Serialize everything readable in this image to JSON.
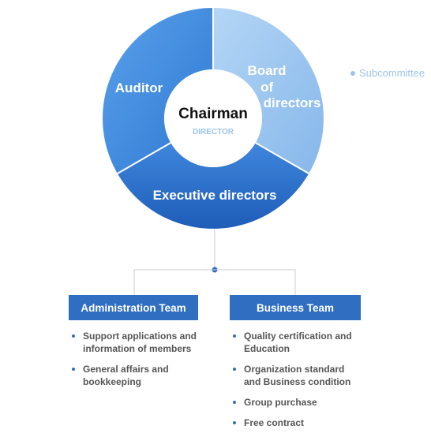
{
  "diagram": {
    "center": {
      "title": "Chairman",
      "subtitle": "DIRECTOR"
    },
    "segments": {
      "auditor": "Auditor",
      "board_line1": "Board",
      "board_line2": "of",
      "board_line3": "directors",
      "executive": "Executive directors"
    },
    "subcommittee": "Subcommittee"
  },
  "teams": [
    {
      "name": "Administration Team",
      "items": [
        [
          "Support applications and",
          "information of members"
        ],
        [
          "General affairs and",
          "bookkeeping"
        ]
      ]
    },
    {
      "name": "Business Team",
      "items": [
        [
          "Quality certification and",
          "Education"
        ],
        [
          "Organization standard",
          "and Business condition"
        ],
        [
          "Group purchase"
        ],
        [
          "Free contract"
        ]
      ]
    }
  ],
  "colors": {
    "auditor": "#3c86dc",
    "board": "#9dc5ef",
    "executive": "#2b6ccb",
    "team_box": "#2f6ec1"
  }
}
